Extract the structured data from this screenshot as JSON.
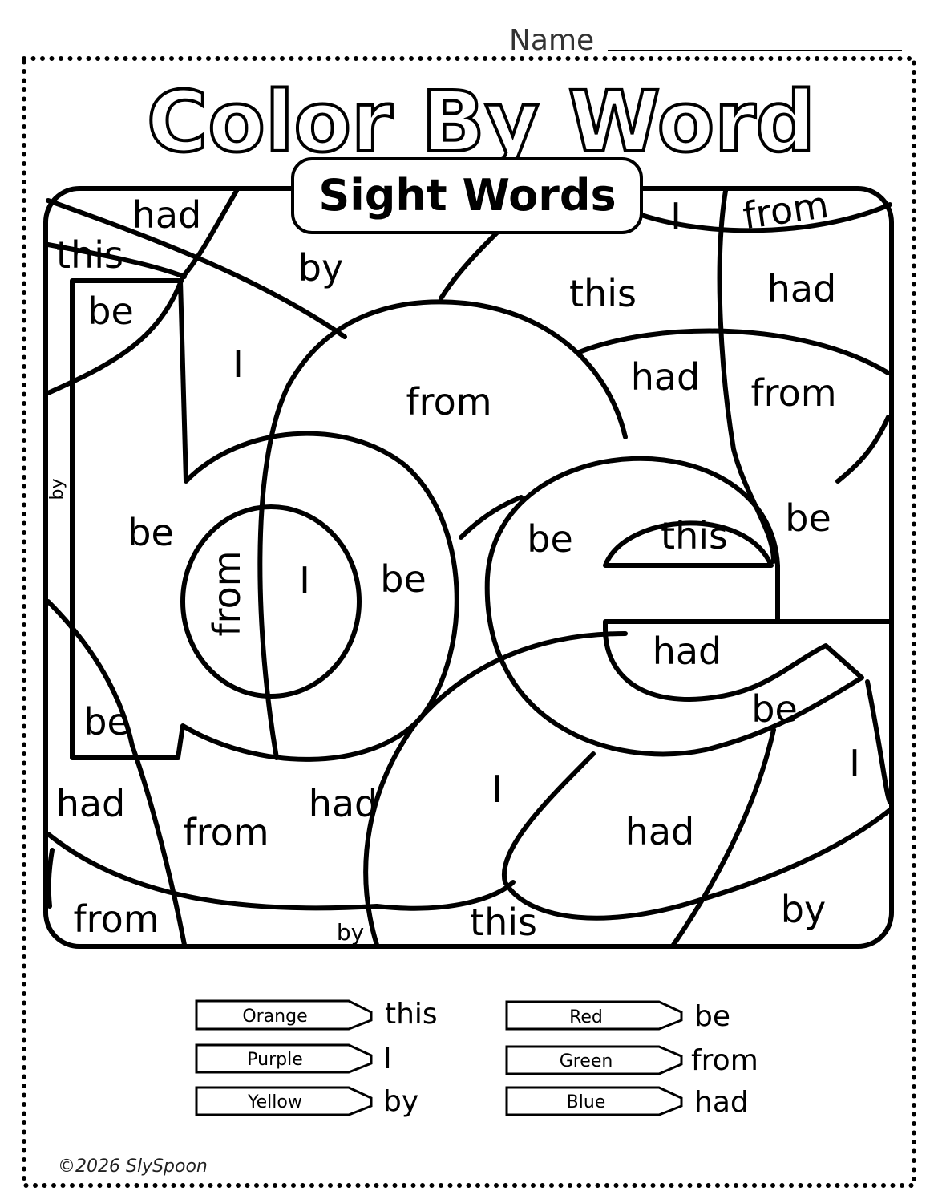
{
  "header": {
    "name_label": "Name"
  },
  "title": "Color By Word",
  "subtitle": "Sight Words",
  "picture_words": [
    "had",
    "this",
    "by",
    "be",
    "I",
    "this",
    "had",
    "I",
    "from",
    "from",
    "had",
    "from",
    "by",
    "be",
    "from",
    "I",
    "be",
    "be",
    "this",
    "be",
    "had",
    "be",
    "be",
    "I",
    "I",
    "had",
    "from",
    "had",
    "had",
    "from",
    "by",
    "this",
    "by"
  ],
  "key": [
    {
      "color": "Orange",
      "word": "this",
      "hex": "#f28c28"
    },
    {
      "color": "Purple",
      "word": "I",
      "hex": "#8e44ad"
    },
    {
      "color": "Yellow",
      "word": "by",
      "hex": "#f1c40f"
    },
    {
      "color": "Red",
      "word": "be",
      "hex": "#e74c3c"
    },
    {
      "color": "Green",
      "word": "from",
      "hex": "#27ae60"
    },
    {
      "color": "Blue",
      "word": "had",
      "hex": "#2e86de"
    }
  ],
  "footer": {
    "copyright": "©2026 SlySpoon"
  }
}
